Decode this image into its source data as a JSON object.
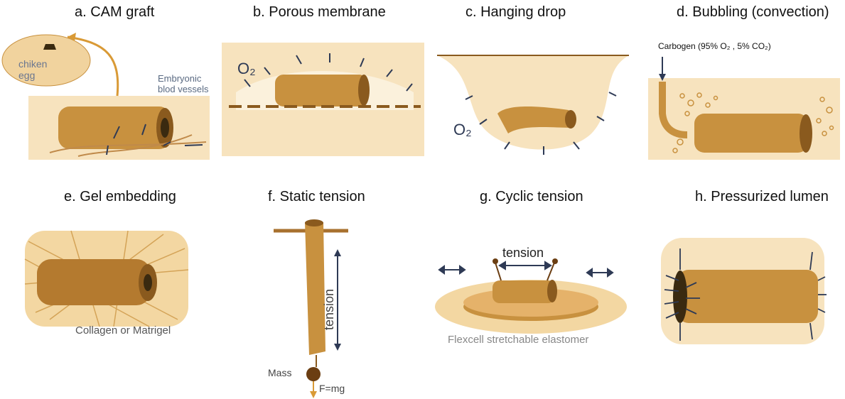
{
  "panels": [
    {
      "id": "a",
      "title": "a. CAM graft",
      "labels": {
        "egg": "chiken\negg",
        "vessels": "Embryonic\nblod vessels"
      }
    },
    {
      "id": "b",
      "title": "b. Porous membrane",
      "labels": {
        "o2": "O₂"
      }
    },
    {
      "id": "c",
      "title": "c. Hanging drop",
      "labels": {
        "o2": "O₂"
      }
    },
    {
      "id": "d",
      "title": "d. Bubbling (convection)",
      "labels": {
        "carbogen": "Carbogen (95% O₂ , 5% CO₂)"
      }
    },
    {
      "id": "e",
      "title": "e. Gel embedding",
      "labels": {
        "gel": "Collagen or Matrigel"
      }
    },
    {
      "id": "f",
      "title": "f. Static tension",
      "labels": {
        "tension": "tension",
        "mass": "Mass",
        "force": "F=mg"
      }
    },
    {
      "id": "g",
      "title": "g. Cyclic tension",
      "labels": {
        "tension": "tension",
        "elastomer": "Flexcell stretchable elastomer"
      }
    },
    {
      "id": "h",
      "title": "h. Pressurized lumen",
      "labels": {}
    }
  ],
  "colors": {
    "tissue": "#c8913f",
    "tissue_dark": "#8a5a1e",
    "bg": "#f7e3be",
    "arrow": "#2e3a55"
  }
}
